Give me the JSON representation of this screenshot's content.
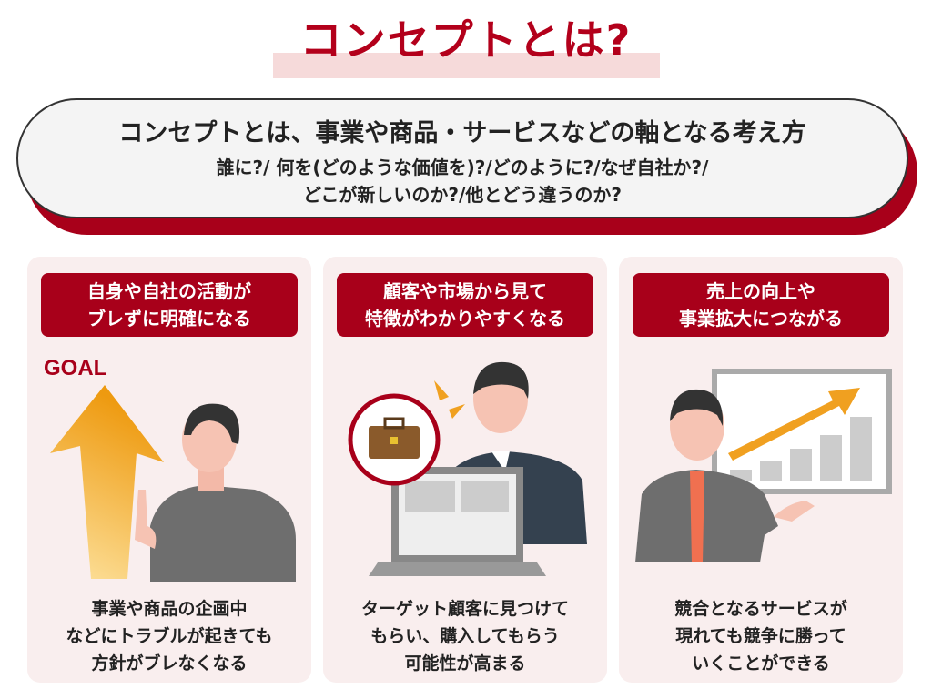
{
  "title": "コンセプトとは?",
  "definition": {
    "main": "コンセプトとは、事業や商品・サービスなどの軸となる考え方",
    "questions_line1": "誰に?/ 何を(どのような価値を)?/どのように?/なぜ自社か?/",
    "questions_line2": "どこが新しいのか?/他とどう違うのか?"
  },
  "cards": [
    {
      "label_line1": "自身や自社の活動が",
      "label_line2": "ブレずに明確になる",
      "illustration_text": "GOAL",
      "desc_line1": "事業や商品の企画中",
      "desc_line2": "などにトラブルが起きても",
      "desc_line3": "方針がブレなくなる"
    },
    {
      "label_line1": "顧客や市場から見て",
      "label_line2": "特徴がわかりやすくなる",
      "desc_line1": "ターゲット顧客に見つけて",
      "desc_line2": "もらい、購入してもらう",
      "desc_line3": "可能性が高まる"
    },
    {
      "label_line1": "売上の向上や",
      "label_line2": "事業拡大につながる",
      "desc_line1": "競合となるサービスが",
      "desc_line2": "現れても競争に勝って",
      "desc_line3": "いくことができる"
    }
  ],
  "colors": {
    "accent": "#a8001a",
    "card_bg": "#f9eeee",
    "arrow": "#f0a020"
  }
}
